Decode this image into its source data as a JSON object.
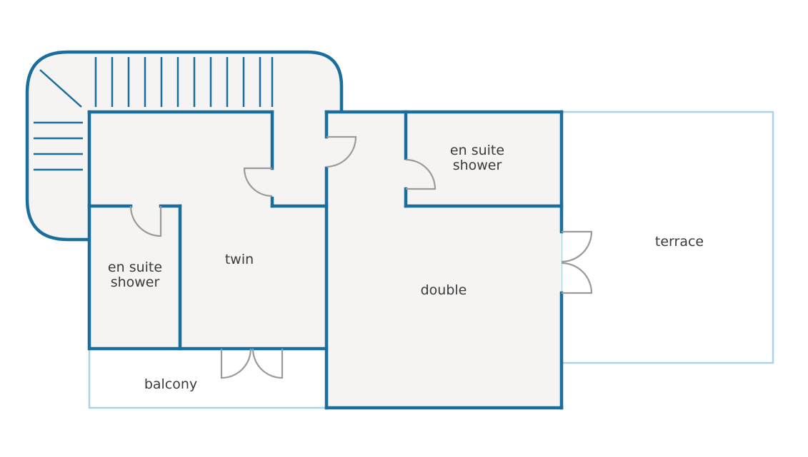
{
  "rooms": {
    "twin": "twin",
    "double": "double",
    "ensuite_left_line1": "en suite",
    "ensuite_left_line2": "shower",
    "ensuite_right_line1": "en suite",
    "ensuite_right_line2": "shower",
    "balcony": "balcony",
    "terrace": "terrace"
  },
  "colors": {
    "wall": "#1a6e9c",
    "outdoor_outline": "#a9d4e6",
    "room_fill": "#f5f4f3",
    "door": "#9a9a9a"
  }
}
